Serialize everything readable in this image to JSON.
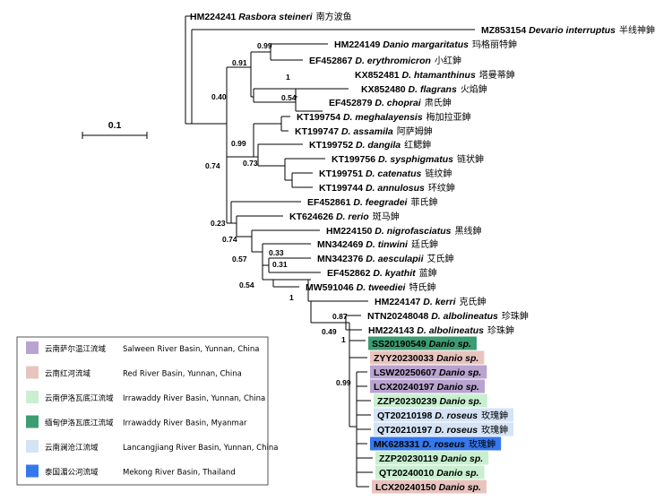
{
  "colors": {
    "salween": "#b9a3cf",
    "red": "#e8c4bf",
    "irrawaddy_yn": "#c9efd0",
    "irrawaddy_mm": "#3c9c72",
    "lancang": "#d4e3f5",
    "mekong": "#3578eb",
    "line": "#000000",
    "box_border": "#555555"
  },
  "scale_bar": {
    "label": "0.1",
    "value": 0.1
  },
  "taxa": [
    {
      "code": "HM224241",
      "species": "Rasbora steineri",
      "cn": "南方波鱼",
      "region": null
    },
    {
      "code": "MZ853154",
      "species": "Devario interruptus",
      "cn": "半线神鉮",
      "region": null
    },
    {
      "code": "HM224149",
      "species": "Danio margaritatus",
      "cn": "玛格丽特鉮",
      "region": null
    },
    {
      "code": "EF452867",
      "species": "D. erythromicron",
      "cn": "小红鉮",
      "region": null
    },
    {
      "code": "KX852481",
      "species": "D. htamanthinus",
      "cn": "塔曼蒂鉮",
      "region": null
    },
    {
      "code": "KX852480",
      "species": "D. flagrans",
      "cn": "火焰鉮",
      "region": null
    },
    {
      "code": "EF452879",
      "species": "D. choprai",
      "cn": "肃氏鉮",
      "region": null
    },
    {
      "code": "KT199754",
      "species": "D. meghalayensis",
      "cn": "梅加拉亚鉮",
      "region": null
    },
    {
      "code": "KT199747",
      "species": "D. assamila",
      "cn": "阿萨姆鉮",
      "region": null
    },
    {
      "code": "KT199752",
      "species": "D. dangila",
      "cn": "红鳃鉮",
      "region": null
    },
    {
      "code": "KT199756",
      "species": "D. sysphigmatus",
      "cn": "链状鉮",
      "region": null
    },
    {
      "code": "KT199751",
      "species": "D. catenatus",
      "cn": "链纹鉮",
      "region": null
    },
    {
      "code": "KT199744",
      "species": "D. annulosus",
      "cn": "环纹鉮",
      "region": null
    },
    {
      "code": "EF452861",
      "species": "D. feegradei",
      "cn": "菲氏鉮",
      "region": null
    },
    {
      "code": "KT624626",
      "species": "D. rerio",
      "cn": "斑马鉮",
      "region": null
    },
    {
      "code": "HM224150",
      "species": "D. nigrofasciatus",
      "cn": "黑线鉮",
      "region": null
    },
    {
      "code": "MN342469",
      "species": "D. tinwini",
      "cn": "廷氏鉮",
      "region": null
    },
    {
      "code": "MN342376",
      "species": "D. aesculapii",
      "cn": "艾氏鉮",
      "region": null
    },
    {
      "code": "EF452862",
      "species": "D. kyathit",
      "cn": "蓝鉮",
      "region": null
    },
    {
      "code": "MW591046",
      "species": "D. tweediei",
      "cn": "特氏鉮",
      "region": null
    },
    {
      "code": "HM224147",
      "species": "D. kerri",
      "cn": "克氏鉮",
      "region": null
    },
    {
      "code": "NTN20248048",
      "species": "D. albolineatus",
      "cn": "珍珠鉮",
      "region": null
    },
    {
      "code": "HM224143",
      "species": "D. albolineatus",
      "cn": "珍珠鉮",
      "region": null
    },
    {
      "code": "SS20190549",
      "species": "Danio sp.",
      "cn": "",
      "region": "irrawaddy_mm"
    },
    {
      "code": "ZYY20230033",
      "species": "Danio sp.",
      "cn": "",
      "region": "red"
    },
    {
      "code": "LSW20250607",
      "species": "Danio sp.",
      "cn": "",
      "region": "salween"
    },
    {
      "code": "LCX20240197",
      "species": "Danio sp.",
      "cn": "",
      "region": "salween"
    },
    {
      "code": "ZZP20230239",
      "species": "Danio sp.",
      "cn": "",
      "region": "irrawaddy_yn"
    },
    {
      "code": "QT20210198",
      "species": "D. roseus",
      "cn": "玫瑰鉮",
      "region": "lancang"
    },
    {
      "code": "QT20210197",
      "species": "D. roseus",
      "cn": "玫瑰鉮",
      "region": "lancang"
    },
    {
      "code": "MK628331",
      "species": "D. roseus",
      "cn": "玫瑰鉮",
      "region": "mekong"
    },
    {
      "code": "ZZP20230119",
      "species": "Danio sp.",
      "cn": "",
      "region": "irrawaddy_yn"
    },
    {
      "code": "QT20240010",
      "species": "Danio sp.",
      "cn": "",
      "region": "irrawaddy_yn"
    },
    {
      "code": "LCX20240150",
      "species": "Danio sp.",
      "cn": "",
      "region": "red"
    }
  ],
  "support_values": [
    "0.99",
    "0.91",
    "1",
    "0.54",
    "0.40",
    "0.99",
    "0.73",
    "0.74",
    "0.23",
    "0.74",
    "0.57",
    "0.33",
    "0.31",
    "0.54",
    "1",
    "0.87",
    "0.49",
    "1",
    "0.99"
  ],
  "legend": [
    {
      "key": "salween",
      "cn": "云南萨尔温江流域",
      "en": "Salween River Basin, Yunnan, China"
    },
    {
      "key": "red",
      "cn": "云南红河流域",
      "en": "Red River Basin, Yunnan, China"
    },
    {
      "key": "irrawaddy_yn",
      "cn": "云南伊洛瓦底江流域",
      "en": "Irrawaddy River Basin, Yunnan, China"
    },
    {
      "key": "irrawaddy_mm",
      "cn": "缅甸伊洛瓦底江流域",
      "en": "Irrawaddy River Basin, Myanmar"
    },
    {
      "key": "lancang",
      "cn": "云南澜沧江流域",
      "en": "Lancangjiang River Basin, Yunnan, China"
    },
    {
      "key": "mekong",
      "cn": "泰国湄公河流域",
      "en": "Mekong River Basin, Thailand"
    }
  ]
}
